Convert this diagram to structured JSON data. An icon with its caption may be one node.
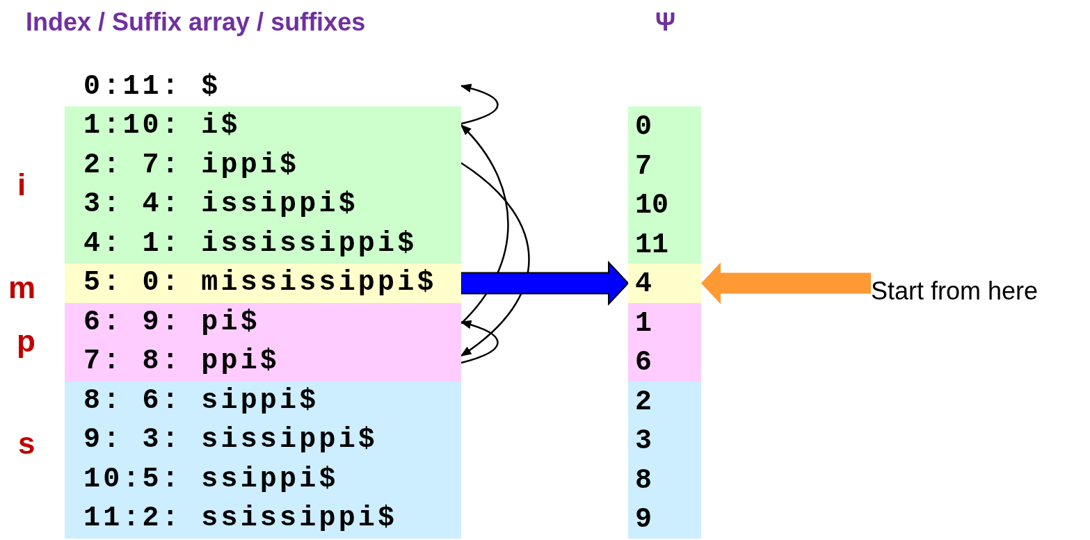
{
  "diagram": {
    "nodes": [
      {
        "text": [
          "0:11: $"
        ]
      },
      {
        "text": [
          "1:10: i$"
        ]
      },
      {
        "text": [
          "2: 7: ippi$"
        ]
      },
      {
        "text": [
          "3: 4: issippi$"
        ]
      },
      {
        "text": [
          "4: 1: ississippi$"
        ]
      },
      {
        "text": [
          "5: 0: mississippi$"
        ]
      },
      {
        "text": [
          "6: 9: pi$"
        ]
      },
      {
        "text": [
          "7: 8: ppi$"
        ]
      },
      {
        "text": [
          "8: 6: sippi$"
        ]
      },
      {
        "text": [
          "9: 3: sissippi$"
        ]
      },
      {
        "text": [
          "10:5: ssippi$"
        ]
      },
      {
        "text": [
          "11:2: ssissippi$"
        ]
      },
      {
        "text": [
          "0"
        ]
      },
      {
        "text": [
          "7"
        ]
      },
      {
        "text": [
          "10"
        ]
      },
      {
        "text": [
          "11"
        ]
      },
      {
        "text": [
          "4"
        ]
      },
      {
        "text": [
          "1"
        ]
      },
      {
        "text": [
          "6"
        ]
      },
      {
        "text": [
          "2"
        ]
      },
      {
        "text": [
          "3"
        ]
      },
      {
        "text": [
          "8"
        ]
      },
      {
        "text": [
          "9"
        ]
      },
      {
        "text": [
          "Start from here"
        ]
      }
    ],
    "edges": [
      {
        "from": 1,
        "to": 0,
        "arrow": "to"
      },
      {
        "from": 6,
        "to": 1,
        "arrow": "to"
      },
      {
        "from": 2,
        "to": 7,
        "arrow": "to"
      },
      {
        "from": 7,
        "to": 6,
        "arrow": "to"
      },
      {
        "from": 5,
        "to": 16,
        "arrow": "to",
        "style": "thick",
        "color": "#0000ff"
      },
      {
        "from": 23,
        "to": 16,
        "arrow": "to",
        "style": "thick",
        "color": "#ff9933"
      }
    ],
    "labels": [
      "Index / Suffix array / suffixes",
      "Ψ",
      "i",
      "m",
      "p",
      "s"
    ]
  }
}
